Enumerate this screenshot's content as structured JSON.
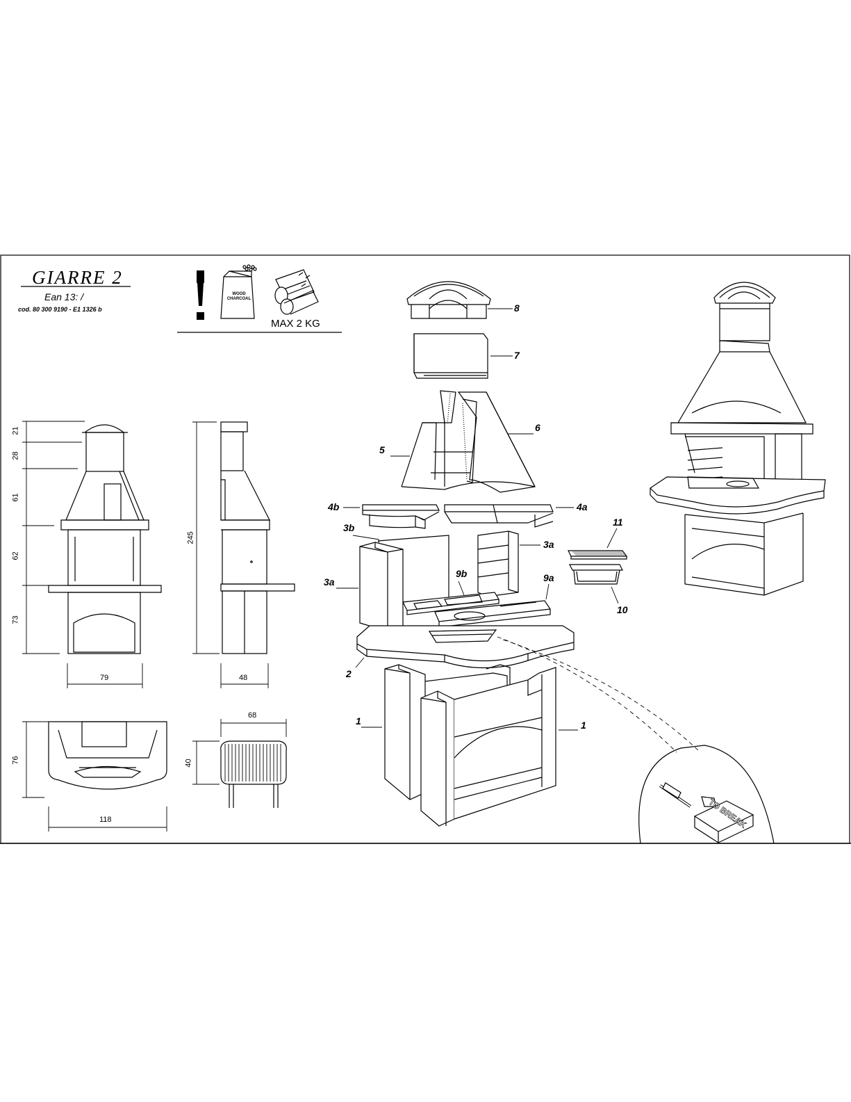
{
  "header": {
    "title": "GIARRE  2",
    "ean": "Ean 13:  /",
    "code": "cod. 80 300 9190 - E1 1326 b",
    "max_load": "MAX 2 KG",
    "charcoal_bag": "WOOD CHARCOAL"
  },
  "dimensions": {
    "front_heights": [
      "21",
      "28",
      "61",
      "62",
      "73"
    ],
    "front_width": "79",
    "total_height": "245",
    "side_depth": "48",
    "plan_depth": "76",
    "plan_width": "118",
    "grill_width": "68",
    "grill_depth": "40"
  },
  "parts": {
    "p1_left": "1",
    "p1_right": "1",
    "p2": "2",
    "p3a_left": "3a",
    "p3a_right": "3a",
    "p3b": "3b",
    "p4a": "4a",
    "p4b": "4b",
    "p5": "5",
    "p6": "6",
    "p7": "7",
    "p8": "8",
    "p9a": "9a",
    "p9b": "9b",
    "p10": "10",
    "p11": "11"
  },
  "detail": {
    "break_label": "TO BREAK"
  }
}
